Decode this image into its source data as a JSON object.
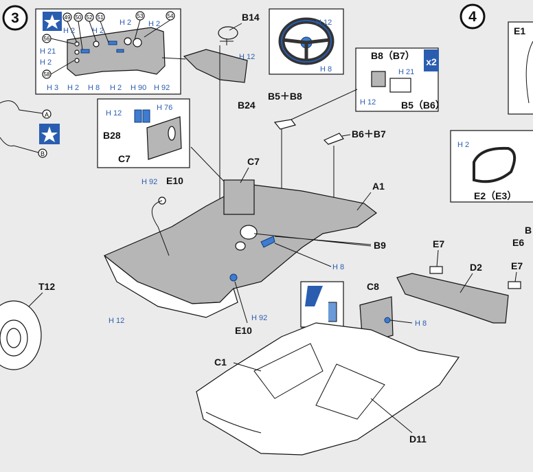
{
  "steps": {
    "step3": "3",
    "step4": "4"
  },
  "colors": {
    "paint_blue": "#2a5db0",
    "part_gray": "#b6b6b6",
    "paper": "#ebebeb"
  },
  "icons": {
    "star": "star-icon",
    "multiplier": "x2"
  },
  "inset_panel": {
    "callouts": [
      "49",
      "50",
      "52",
      "51",
      "53",
      "54",
      "56",
      "58"
    ],
    "paints": [
      {
        "prefix": "H",
        "num": "2"
      },
      {
        "prefix": "H",
        "num": "2"
      },
      {
        "prefix": "H",
        "num": "2"
      },
      {
        "prefix": "H",
        "num": "2"
      },
      {
        "prefix": "H",
        "num": "21"
      },
      {
        "prefix": "H",
        "num": "2"
      },
      {
        "prefix": "H",
        "num": "3"
      },
      {
        "prefix": "H",
        "num": "2"
      },
      {
        "prefix": "H",
        "num": "8"
      },
      {
        "prefix": "H",
        "num": "2"
      },
      {
        "prefix": "H",
        "num": "90"
      },
      {
        "prefix": "H",
        "num": "92"
      }
    ]
  },
  "left_markers": [
    "A",
    "B"
  ],
  "parts": {
    "B14": "B14",
    "B24": "B24",
    "B5_B8": "B5＋B8",
    "B6_B7": "B6＋B7",
    "B8_B7": "B8（B7）",
    "B5_B6": "B5（B6）",
    "B28": "B28",
    "C7_box": "C7",
    "C7": "C7",
    "A1": "A1",
    "B9": "B9",
    "E10_top": "E10",
    "E10_bottom": "E10",
    "T12": "T12",
    "C8": "C8",
    "C1": "C1",
    "D11": "D11",
    "D2": "D2",
    "E7_a": "E7",
    "E7_b": "E7",
    "E6": "E6",
    "E1": "E1",
    "E2_E3": "E2（E3）",
    "B_edge": "B"
  },
  "paint_labels": {
    "steering_top": {
      "prefix": "H",
      "num": "12"
    },
    "steering_bottom": {
      "prefix": "H",
      "num": "8"
    },
    "b24": {
      "prefix": "H",
      "num": "12"
    },
    "b8_top": {
      "prefix": "H",
      "num": "21"
    },
    "b8_left": {
      "prefix": "H",
      "num": "12"
    },
    "b28_left": {
      "prefix": "H",
      "num": "12"
    },
    "b28_right": {
      "prefix": "H",
      "num": "76"
    },
    "e10_top": {
      "prefix": "H",
      "num": "92"
    },
    "b9": {
      "prefix": "H",
      "num": "8"
    },
    "floor_left": {
      "prefix": "H",
      "num": "12"
    },
    "e10_bottom": {
      "prefix": "H",
      "num": "92"
    },
    "c8": {
      "prefix": "H",
      "num": "8"
    },
    "e2": {
      "prefix": "H",
      "num": "2"
    }
  }
}
